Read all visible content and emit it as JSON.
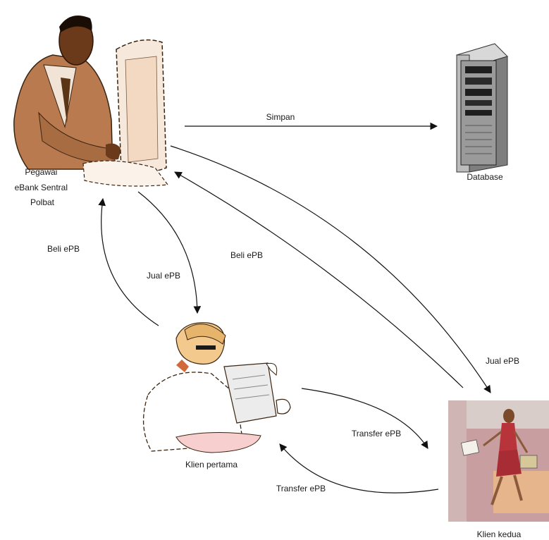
{
  "actors": {
    "employee": {
      "label_lines": [
        "Pegawai",
        "eBank Sentral",
        "Polbat"
      ]
    },
    "database": {
      "label": "Database"
    },
    "client_first": {
      "label": "Klien pertama"
    },
    "client_second": {
      "label": "Klien kedua"
    }
  },
  "edges": {
    "store": "Simpan",
    "buy_first": "Beli ePB",
    "sell_first": "Jual ePB",
    "buy_second": "Beli ePB",
    "sell_second": "Jual ePB",
    "transfer_forward": "Transfer ePB",
    "transfer_back": "Transfer ePB"
  }
}
